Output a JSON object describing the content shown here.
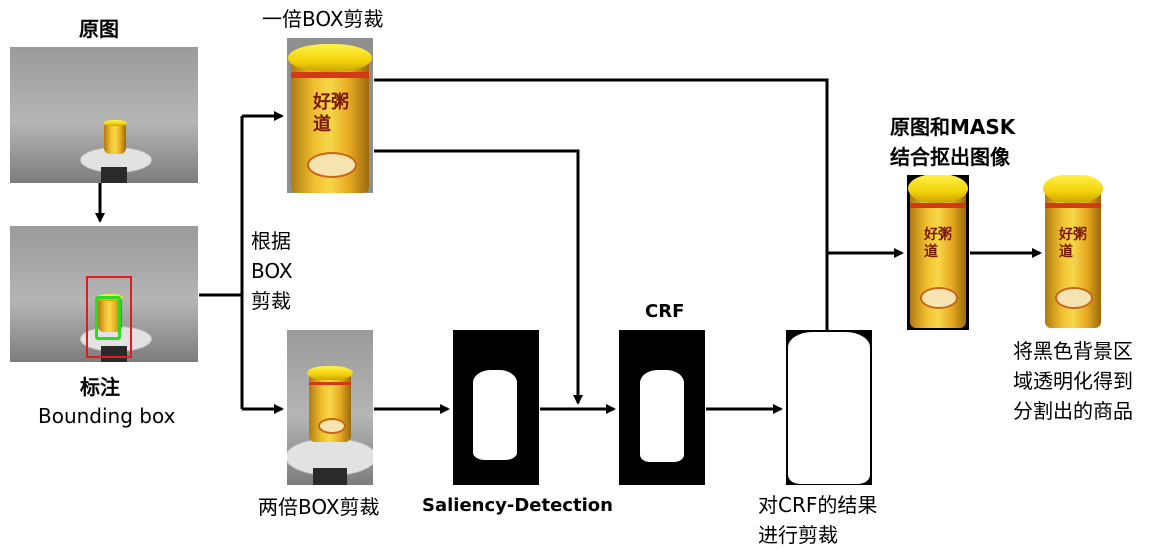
{
  "labels": {
    "original": "原图",
    "annotate": "标注",
    "bounding_box": "Bounding box",
    "crop_by_box": "根据\nBOX\n剪裁",
    "crop_1x": "一倍BOX剪裁",
    "crop_2x": "两倍BOX剪裁",
    "saliency": "Saliency-Detection",
    "crf": "CRF",
    "crop_crf_result": "对CRF的结果\n进行剪裁",
    "combine_mask": "原图和MASK\n结合抠出图像",
    "final_result": "将黑色背景区\n域透明化得到\n分割出的商品"
  },
  "product_brand_text": "好粥道",
  "colors": {
    "arrow": "#000000",
    "bbox_outer": "#e31b1b",
    "bbox_inner": "#2ddc22",
    "can_yellow": "#f2c83a",
    "lid_yellow": "#f8e020",
    "mask_bg": "#000000",
    "mask_fg": "#ffffff"
  }
}
